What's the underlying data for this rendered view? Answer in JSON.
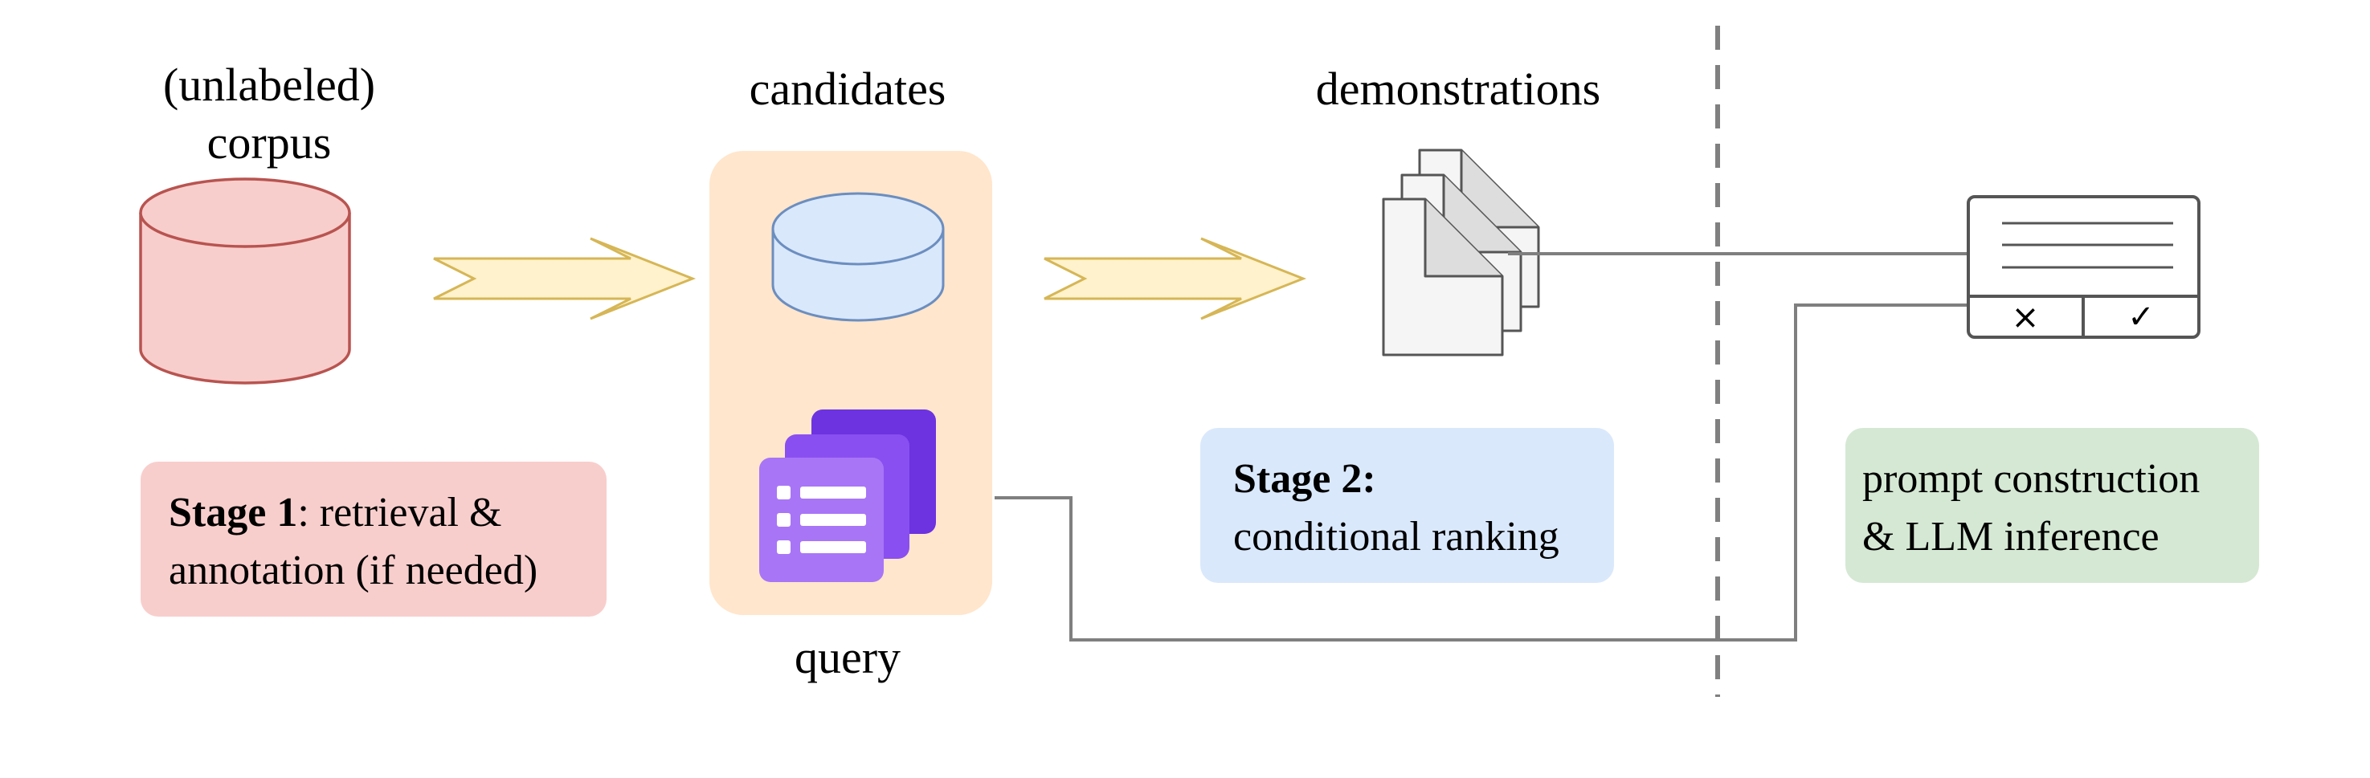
{
  "labels": {
    "corpus_line1": "(unlabeled)",
    "corpus_line2": "corpus",
    "candidates": "candidates",
    "demonstrations": "demonstrations",
    "query": "query"
  },
  "stage1": {
    "bold": "Stage 1",
    "line1_rest": ": retrieval &",
    "line2": "annotation (if needed)"
  },
  "stage2": {
    "bold": "Stage 2:",
    "line2": "conditional ranking"
  },
  "stage3": {
    "line1": "prompt construction",
    "line2": "& LLM inference"
  },
  "prompt_card": {
    "reject_glyph": "×",
    "accept_glyph": "✓"
  },
  "icons": {
    "corpus": "database-icon",
    "candidates": "database-icon",
    "query": "form-list-icon",
    "demonstrations": "documents-stack-icon",
    "prompt": "prompt-card-icon",
    "flow_arrow": "arrow-right-icon"
  },
  "colors": {
    "corpus_fill": "#f8cecc",
    "corpus_stroke": "#b85450",
    "stage1_box": "#f8cecc",
    "candidates_panel": "#ffe6cc",
    "candidates_db_fill": "#dae8fc",
    "candidates_db_stroke": "#6c8ebf",
    "flow_arrow_fill": "#fff2cc",
    "flow_arrow_stroke": "#d6b656",
    "stage2_box": "#dae8fc",
    "stage3_box": "#d5e8d4",
    "connector": "#808080",
    "divider": "#808080",
    "query_icon_back": "#6d33e0",
    "query_icon_mid": "#8a4ff0",
    "query_icon_front": "#a875f7"
  }
}
